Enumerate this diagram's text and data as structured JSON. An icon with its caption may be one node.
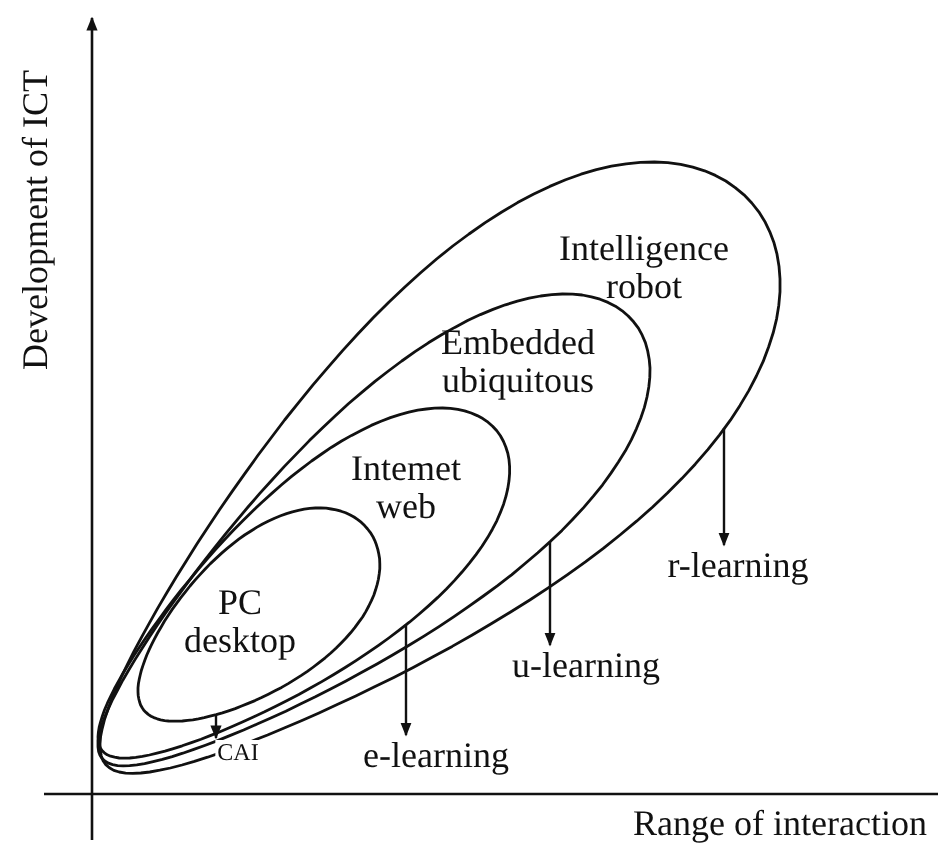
{
  "diagram": {
    "nodes": [
      {
        "text": [
          "Intelligence robot"
        ]
      },
      {
        "text": [
          "Embedded ubiquitous"
        ],
        "in": 0
      },
      {
        "text": [
          "Intemet web"
        ],
        "in": 1
      },
      {
        "text": [
          "PC desktop"
        ],
        "in": 2
      },
      {
        "text": [
          "r-learning"
        ]
      },
      {
        "text": [
          "u-learning"
        ]
      },
      {
        "text": [
          "e-learning"
        ]
      },
      {
        "text": [
          "CAI"
        ]
      }
    ],
    "edges": [
      {
        "from": 0,
        "to": 4,
        "arrow": "to"
      },
      {
        "from": 1,
        "to": 5,
        "arrow": "to"
      },
      {
        "from": 2,
        "to": 6,
        "arrow": "to"
      },
      {
        "from": 3,
        "to": 7,
        "arrow": "to"
      }
    ],
    "labels": [
      "Development of ICT",
      "Range of interaction"
    ]
  }
}
